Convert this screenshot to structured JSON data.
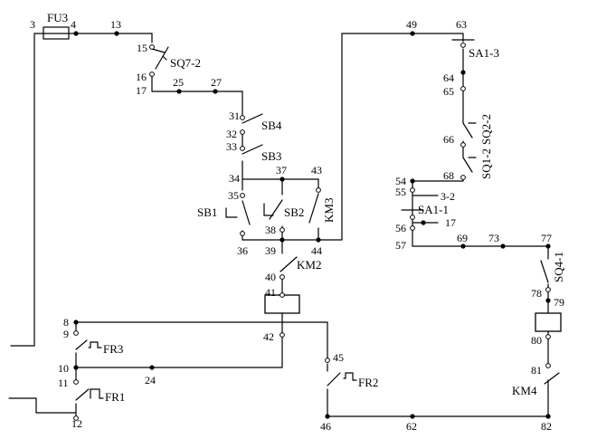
{
  "nodes": {
    "n3": "3",
    "n4": "4",
    "n13": "13",
    "n15": "15",
    "n16": "16",
    "n17": "17",
    "n25": "25",
    "n27": "27",
    "n31": "31",
    "n32": "32",
    "n33": "33",
    "n34": "34",
    "n37": "37",
    "n43": "43",
    "n35": "35",
    "n36": "36",
    "n38": "38",
    "n39": "39",
    "n44": "44",
    "n40": "40",
    "n41": "41",
    "n42": "42",
    "n8": "8",
    "n9": "9",
    "n10": "10",
    "n11": "11",
    "n12": "12",
    "n24": "24",
    "n45": "45",
    "n46": "46",
    "n62": "62",
    "n82": "82",
    "n49": "49",
    "n63": "63",
    "n64": "64",
    "n65": "65",
    "n66": "66",
    "n68": "68",
    "n54": "54",
    "n55": "55",
    "n56": "56",
    "n57": "57",
    "n69": "69",
    "n73": "73",
    "n77": "77",
    "n78": "78",
    "n79": "79",
    "n80": "80",
    "n81": "81",
    "ref32": "3-2",
    "ref17": "17"
  },
  "devices": {
    "fu3": "FU3",
    "sq7_2": "SQ7-2",
    "sb4": "SB4",
    "sb3": "SB3",
    "sb1": "SB1",
    "sb2": "SB2",
    "km3": "KM3",
    "km2": "KM2",
    "fr3": "FR3",
    "fr1": "FR1",
    "fr2": "FR2",
    "sa1_3": "SA1-3",
    "sq2_2": "SQ2-2",
    "sq1_2": "SQ1-2",
    "sa1_1": "SA1-1",
    "sq4_1": "SQ4-1",
    "km4": "KM4"
  }
}
